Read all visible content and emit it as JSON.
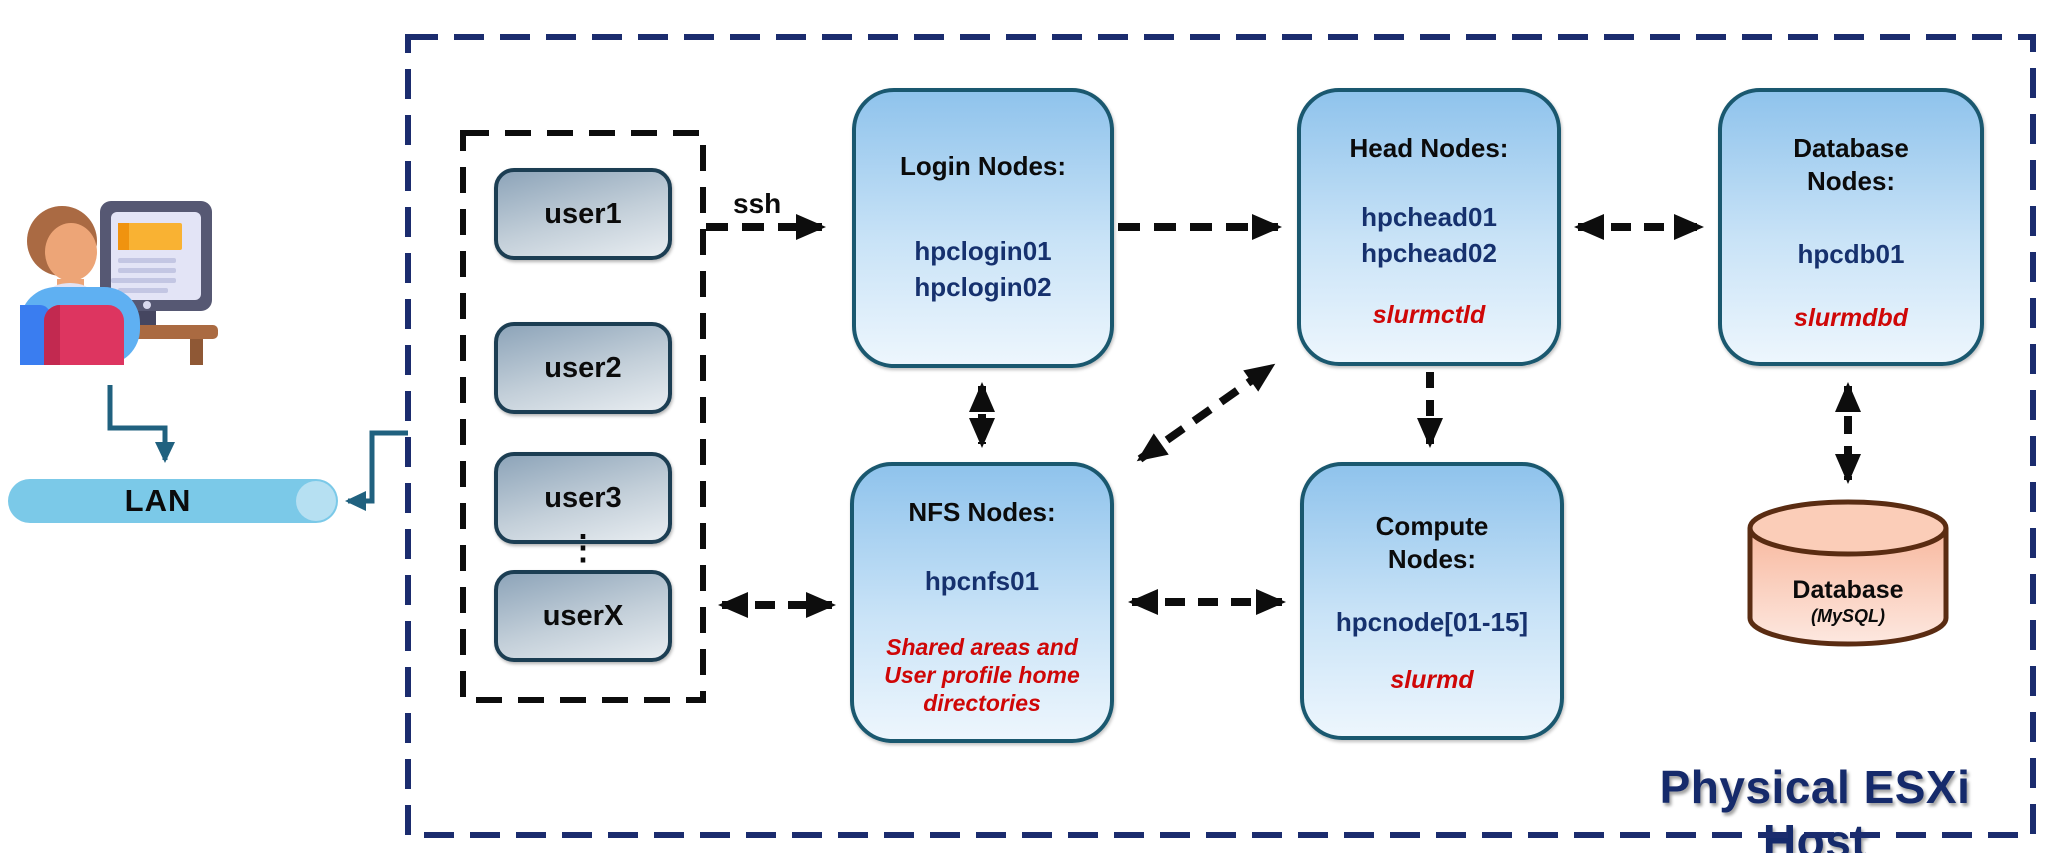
{
  "diagram": {
    "host_label": "Physical ESXi Host",
    "lan_label": "LAN",
    "ssh_label": "ssh",
    "users": {
      "items": [
        "user1",
        "user2",
        "user3",
        "userX"
      ],
      "ellipsis": "⋮"
    },
    "nodes": {
      "login": {
        "title": [
          "Login Nodes:"
        ],
        "names": [
          "hpclogin01",
          "hpclogin02"
        ],
        "services": []
      },
      "head": {
        "title": [
          "Head Nodes:"
        ],
        "names": [
          "hpchead01",
          "hpchead02"
        ],
        "services": [
          "slurmctld"
        ]
      },
      "dbnodes": {
        "title": [
          "Database",
          "Nodes:"
        ],
        "names": [
          "hpcdb01"
        ],
        "services": [
          "slurmdbd"
        ]
      },
      "nfs": {
        "title": [
          "NFS Nodes:"
        ],
        "names": [
          "hpcnfs01"
        ],
        "services": [
          "Shared areas and",
          "User profile home",
          "directories"
        ]
      },
      "compute": {
        "title": [
          "Compute",
          "Nodes:"
        ],
        "names": [
          "hpcnode[01-15]"
        ],
        "services": [
          "slurmd"
        ]
      }
    },
    "database": {
      "title": "Database",
      "subtitle": "(MySQL)"
    },
    "colors": {
      "host_border": "#1b2c6e",
      "users_border": "#0d0d0d",
      "node_border": "#1a586f",
      "node_fill_top": "#8fc3ec",
      "node_fill_bottom": "#edf6fd",
      "name_text": "#16316e",
      "service_text": "#cf0707",
      "lan_fill": "#7bc9e8",
      "lan_cap": "#b6e0f2",
      "connector_teal": "#20617f",
      "arrow_black": "#0d0d0d",
      "db_cylinder_fill": "#f8b89e",
      "db_cylinder_border": "#5a2c12"
    }
  }
}
